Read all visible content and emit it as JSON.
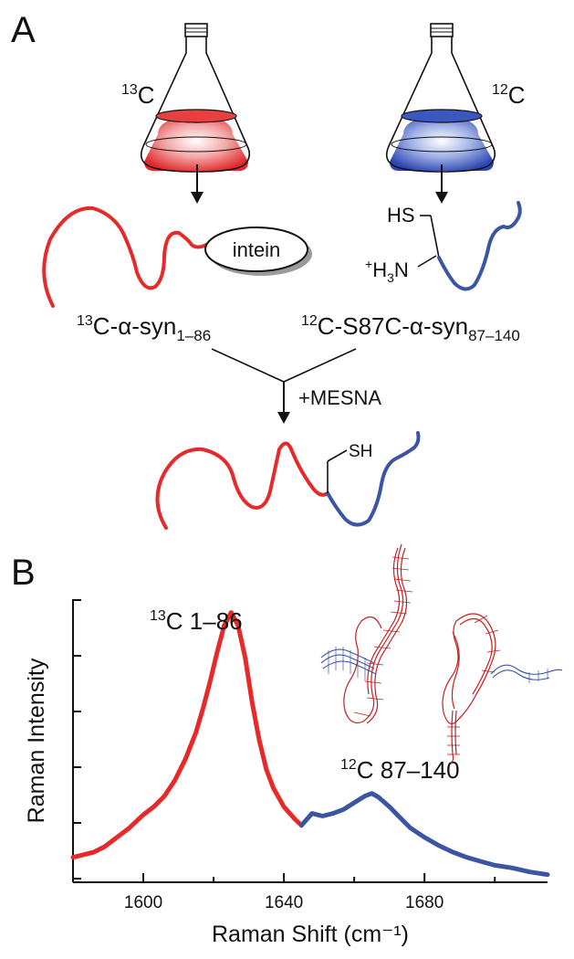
{
  "panel_a": {
    "letter": "A",
    "flask_left_label": {
      "sup": "13",
      "base": "C"
    },
    "flask_right_label": {
      "sup": "12",
      "base": "C"
    },
    "intein_label": "intein",
    "hs_label": "HS",
    "amine_label": {
      "plus": "+",
      "base": "H",
      "sub": "3",
      "tail": "N"
    },
    "frag_left": {
      "sup": "13",
      "base": "C-α-syn",
      "sub": "1–86"
    },
    "frag_right": {
      "sup": "12",
      "base": "C-S87C-α-syn",
      "sub": "87–140"
    },
    "reagent": "+MESNA",
    "sh_label": "SH",
    "colors": {
      "red": "#e62a2a",
      "blue": "#3b55a5"
    }
  },
  "panel_b": {
    "letter": "B",
    "peak_red_label": {
      "sup": "13",
      "base": "C 1–86"
    },
    "peak_blue_label": {
      "sup": "12",
      "base": "C 87–140"
    }
  },
  "chart_data": {
    "type": "line",
    "title": "",
    "xlabel": "Raman Shift (cm⁻¹)",
    "ylabel": "Raman Intensity",
    "xlim": [
      1580,
      1715
    ],
    "ylim": [
      0,
      1.05
    ],
    "xticks": [
      1600,
      1640,
      1680
    ],
    "yticks_labeled": false,
    "grid": false,
    "series": [
      {
        "name": "¹³C 1–86",
        "color": "#e62a2a",
        "x": [
          1580,
          1583,
          1586,
          1589,
          1592,
          1596,
          1600,
          1603,
          1606,
          1609,
          1612,
          1615,
          1617,
          1619,
          1621,
          1623,
          1625,
          1627,
          1629,
          1631,
          1633,
          1635,
          1637,
          1640,
          1643,
          1645
        ],
        "y": [
          0.08,
          0.09,
          0.1,
          0.12,
          0.15,
          0.19,
          0.24,
          0.27,
          0.31,
          0.37,
          0.45,
          0.55,
          0.64,
          0.74,
          0.85,
          0.95,
          1.0,
          0.95,
          0.83,
          0.66,
          0.52,
          0.41,
          0.34,
          0.27,
          0.225,
          0.2
        ]
      },
      {
        "name": "¹²C 87–140",
        "color": "#3b55a5",
        "x": [
          1645,
          1648,
          1651,
          1654,
          1657,
          1660,
          1663,
          1665,
          1667,
          1670,
          1673,
          1676,
          1680,
          1684,
          1688,
          1692,
          1696,
          1700,
          1705,
          1710,
          1715
        ],
        "y": [
          0.2,
          0.245,
          0.235,
          0.245,
          0.26,
          0.285,
          0.31,
          0.32,
          0.305,
          0.27,
          0.23,
          0.19,
          0.155,
          0.125,
          0.1,
          0.08,
          0.065,
          0.05,
          0.04,
          0.025,
          0.015
        ]
      }
    ]
  }
}
